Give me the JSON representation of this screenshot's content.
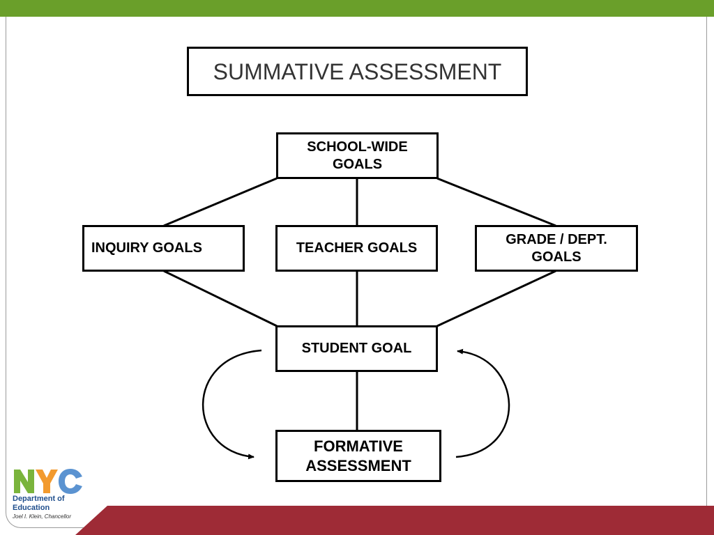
{
  "colors": {
    "top_bar": "#6a9f2a",
    "bottom_bar": "#9e2b36",
    "logo_green": "#7ab43c",
    "logo_orange": "#f29a2e",
    "logo_blue": "#5b93d1",
    "text_blue": "#1f4e8c"
  },
  "diagram": {
    "title": "SUMMATIVE ASSESSMENT",
    "nodes": {
      "school_wide": {
        "line1": "SCHOOL-WIDE",
        "line2": "GOALS"
      },
      "inquiry": {
        "label": "INQUIRY GOALS"
      },
      "teacher": {
        "label": "TEACHER GOALS"
      },
      "grade_dept": {
        "line1": "GRADE / DEPT.",
        "line2": "GOALS"
      },
      "student": {
        "label": "STUDENT GOAL"
      },
      "formative": {
        "line1": "FORMATIVE",
        "line2": "ASSESSMENT"
      }
    },
    "edges": [
      {
        "from": "school_wide",
        "to": "inquiry"
      },
      {
        "from": "school_wide",
        "to": "teacher"
      },
      {
        "from": "school_wide",
        "to": "grade_dept"
      },
      {
        "from": "inquiry",
        "to": "student"
      },
      {
        "from": "teacher",
        "to": "student"
      },
      {
        "from": "grade_dept",
        "to": "student"
      },
      {
        "from": "student",
        "to": "formative"
      }
    ],
    "cycle_arrows": [
      {
        "from": "student",
        "to": "formative",
        "side": "left"
      },
      {
        "from": "formative",
        "to": "student",
        "side": "right"
      }
    ]
  },
  "logo": {
    "mark": "NYC",
    "line1": "Department of",
    "line2": "Education",
    "chancellor": "Joel I. Klein, Chancellor"
  }
}
